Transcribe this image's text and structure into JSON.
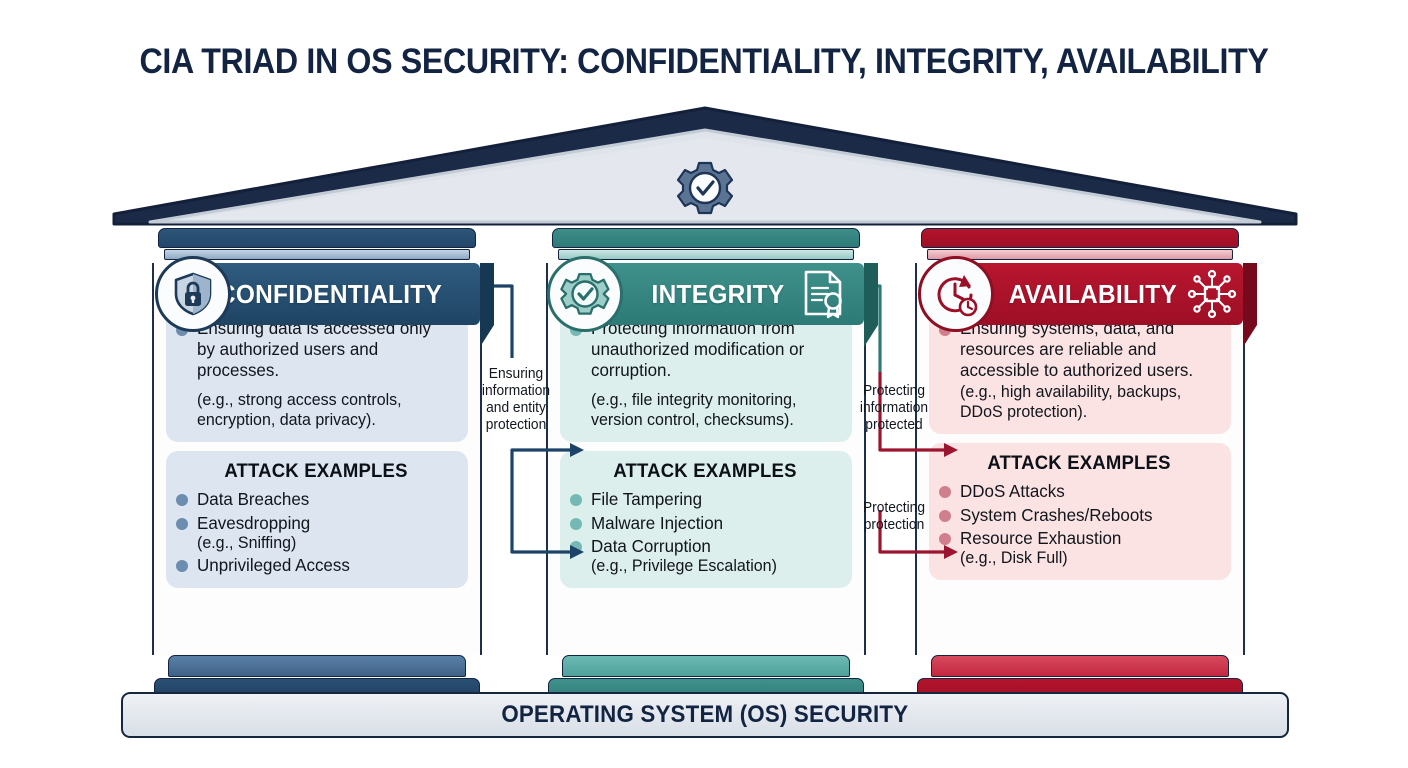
{
  "page": {
    "title": "CIA TRIAD IN OS SECURITY: CONFIDENTIALITY, INTEGRITY, AVAILABILITY",
    "foundation_label": "OPERATING SYSTEM (OS) SECURITY",
    "roof_icon": "gear-check-icon"
  },
  "colors": {
    "title": "#132443",
    "confidentiality": "#1f4464",
    "integrity": "#2d7a76",
    "availability": "#9d0f26",
    "foundation_bar": "#e6eaf0",
    "roof_fill": "#dfe4ea",
    "roof_frame": "#1b2b47"
  },
  "pillars": [
    {
      "key": "confidentiality",
      "label": "CONFIDENTIALITY",
      "medallion_icon": "shield-lock-icon",
      "side_icon": null,
      "description": "Ensuring data is accessed only by authorized users and processes.",
      "description_note": "(e.g., strong access controls, encryption, data privacy).",
      "attack_title": "ATTACK EXAMPLES",
      "attacks": [
        {
          "text": "Data Breaches",
          "note": null
        },
        {
          "text": "Eavesdropping",
          "note": "(e.g., Sniffing)"
        },
        {
          "text": "Unprivileged Access",
          "note": null
        }
      ]
    },
    {
      "key": "integrity",
      "label": "INTEGRITY",
      "medallion_icon": "gear-check-icon",
      "side_icon": "certificate-document-icon",
      "description": "Protecting information from unauthorized modification or corruption.",
      "description_note": "(e.g., file integrity monitoring, version control, checksums).",
      "attack_title": "ATTACK EXAMPLES",
      "attacks": [
        {
          "text": "File Tampering",
          "note": null
        },
        {
          "text": "Malware Injection",
          "note": null
        },
        {
          "text": "Data Corruption",
          "note": "(e.g., Privilege Escalation)"
        }
      ]
    },
    {
      "key": "availability",
      "label": "AVAILABILITY",
      "medallion_icon": "clock-uptime-icon",
      "side_icon": "network-hub-icon",
      "description": "Ensuring systems, data, and resources are reliable and accessible to authorized users.",
      "description_note": "(e.g., high availability, backups, DDoS protection).",
      "attack_title": "ATTACK EXAMPLES",
      "attacks": [
        {
          "text": "DDoS Attacks",
          "note": null
        },
        {
          "text": "System Crashes/Reboots",
          "note": null
        },
        {
          "text": "Resource Exhaustion",
          "note": "(e.g., Disk Full)"
        }
      ]
    }
  ],
  "connectors": [
    {
      "key": "conf-to-integ",
      "label": "Ensuring information and entity protection",
      "color": "#1d4368"
    },
    {
      "key": "integ-to-avail-1",
      "label": "Protecting information protected",
      "color": "#9d1430"
    },
    {
      "key": "integ-to-avail-2",
      "label": "Protecting protection",
      "color": "#9d1430"
    }
  ]
}
